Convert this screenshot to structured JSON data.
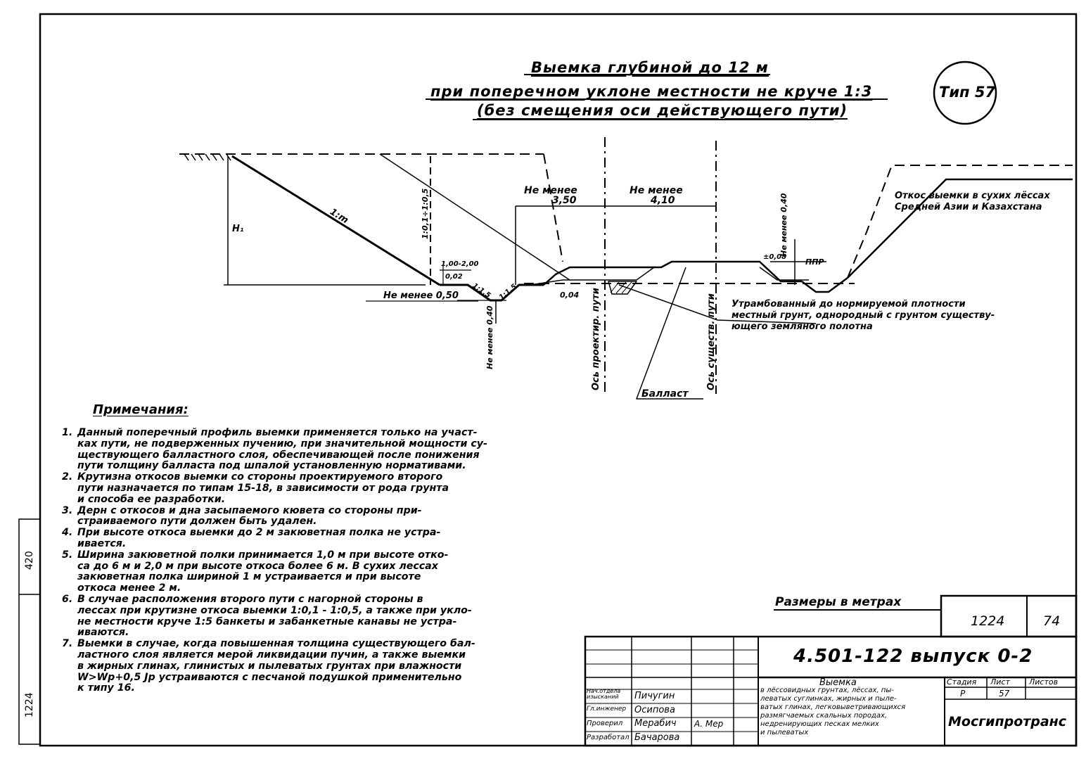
{
  "title": {
    "line1": "Выемка глубиной до 12 м",
    "line2": "при поперечном уклоне местности не круче 1:3",
    "line3": "(без смещения оси действующего пути)"
  },
  "type_label": "Тип 57",
  "drawing": {
    "h1": "H₁",
    "slope_1m": "1:m",
    "slope_01_05": "1:0,1÷1:0,5",
    "berm_width": "1,00-2,00",
    "berm_slope": "0,02",
    "ditch_slope_left": "1:1,5",
    "ditch_slope_right": "1:1,5",
    "min_050": "Не менее 0,50",
    "min_040_ditch": "Не менее 0,40",
    "min_350_a": "Не менее",
    "min_350_b": "3,50",
    "min_410_a": "Не менее",
    "min_410_b": "4,10",
    "value_004": "0,04",
    "min_040_right": "Не менее 0,40",
    "value_008": "±0,08",
    "ppr": "ППР",
    "axis_projected": "Ось проектир. пути",
    "axis_existing": "Ось существ. пути",
    "ballast": "Балласт",
    "slope_note_1": "Откос выемки в сухих лёссах",
    "slope_note_2": "Средней Азии и Казахстана",
    "compact_1": "Утрамбованный до нормируемой плотности",
    "compact_2": "местный грунт, однородный с грунтом существу-",
    "compact_3": "ющего земляного полотна"
  },
  "notes_title": "Примечания:",
  "notes": [
    {
      "n": "1.",
      "text": "Данный поперечный профиль выемки применяется только на участ-\nках пути, не подверженных пучению, при значительной мощности су-\nществующего балластного слоя, обеспечивающей после понижения\nпути толщину балласта под шпалой установленную нормативами."
    },
    {
      "n": "2.",
      "text": "Крутизна откосов выемки со стороны проектируемого второго\nпути назначается по типам 15-18, в зависимости от рода грунта\nи способа ее разработки."
    },
    {
      "n": "3.",
      "text": "Дерн с откосов и дна засыпаемого кювета со стороны при-\nстраиваемого пути должен быть удален."
    },
    {
      "n": "4.",
      "text": "При высоте откоса выемки до 2 м закюветная полка не устра-\nивается."
    },
    {
      "n": "5.",
      "text": "Ширина закюветной полки принимается 1,0 м при высоте отко-\nса до 6 м и 2,0 м при высоте откоса более 6 м. В сухих лессах\nзакюветная полка шириной 1 м устраивается и при высоте\nоткоса менее 2 м."
    },
    {
      "n": "6.",
      "text": "В случае расположения второго пути с нагорной стороны в\nлессах при крутизне откоса выемки 1:0,1 - 1:0,5, а также при укло-\nне местности круче 1:5 банкеты и забанкетные канавы не устра-\nиваются."
    },
    {
      "n": "7.",
      "text": "Выемки в случае, когда повышенная толщина существующего бал-\nластного слоя является мерой ликвидации пучин, а также выемки\nв жирных глинах, глинистых и пылеватых грунтах при влажности\nW>Wp+0,5 Jp устраиваются с песчаной подушкой применительно\nк типу 16."
    }
  ],
  "units_label": "Размеры в метрах",
  "stamp": {
    "code_left": "1224",
    "code_right": "74",
    "doc_number": "4.501-122 выпуск 0-2",
    "role1": "Нач.отдела изысканий",
    "role2": "Гл.инженер",
    "role3": "Проверил",
    "role4": "Разработал",
    "name1": "Пичугин",
    "name2": "Осипова",
    "name3": "Мерабич",
    "name4": "Бачарова",
    "sig3": "А. Мер",
    "description_title": "Выемка",
    "description": "в лёссовидных грунтах, лёссах, пы-\nлеватых суглинках, жирных и пыле-\nватых глинах, легковыветривающихся\nразмягчаемых скальных породах,\nнедренирующих песках мелких\nи пылеватых",
    "hdr_stage": "Стадия",
    "hdr_sheet": "Лист",
    "hdr_sheets": "Листов",
    "val_stage": "Р",
    "val_sheet": "57",
    "org": "Мосгипротранс"
  },
  "margin": {
    "top_code": "420",
    "bottom_code": "1224"
  }
}
